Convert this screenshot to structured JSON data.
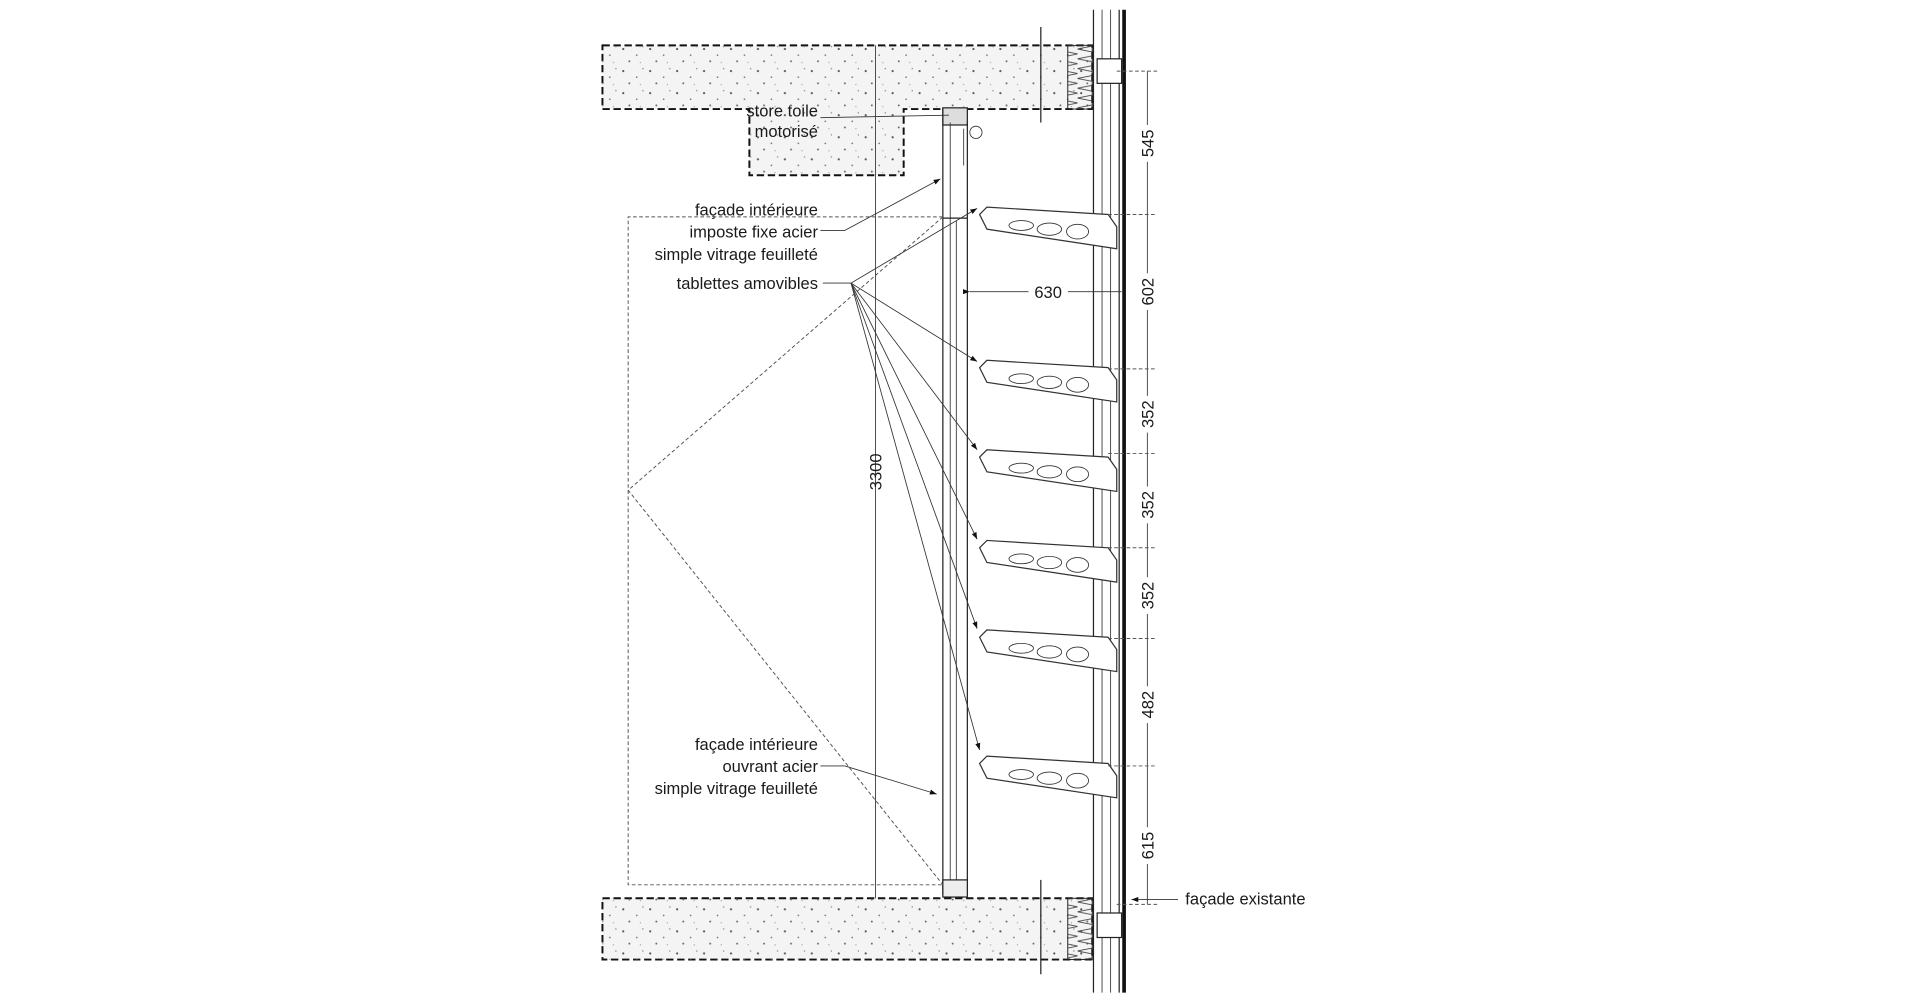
{
  "labels": {
    "store": [
      "store toile",
      "motorisé"
    ],
    "imposte": [
      "façade intérieure",
      "imposte fixe acier",
      "simple vitrage feuilleté"
    ],
    "tablettes": "tablettes amovibles",
    "ouvrant": [
      "façade intérieure",
      "ouvrant acier",
      "simple vitrage feuilleté"
    ],
    "existante": "façade existante"
  },
  "dimensions": {
    "height_total": "3300",
    "depth": "630",
    "spacings": [
      "545",
      "602",
      "352",
      "352",
      "352",
      "482",
      "615"
    ]
  }
}
